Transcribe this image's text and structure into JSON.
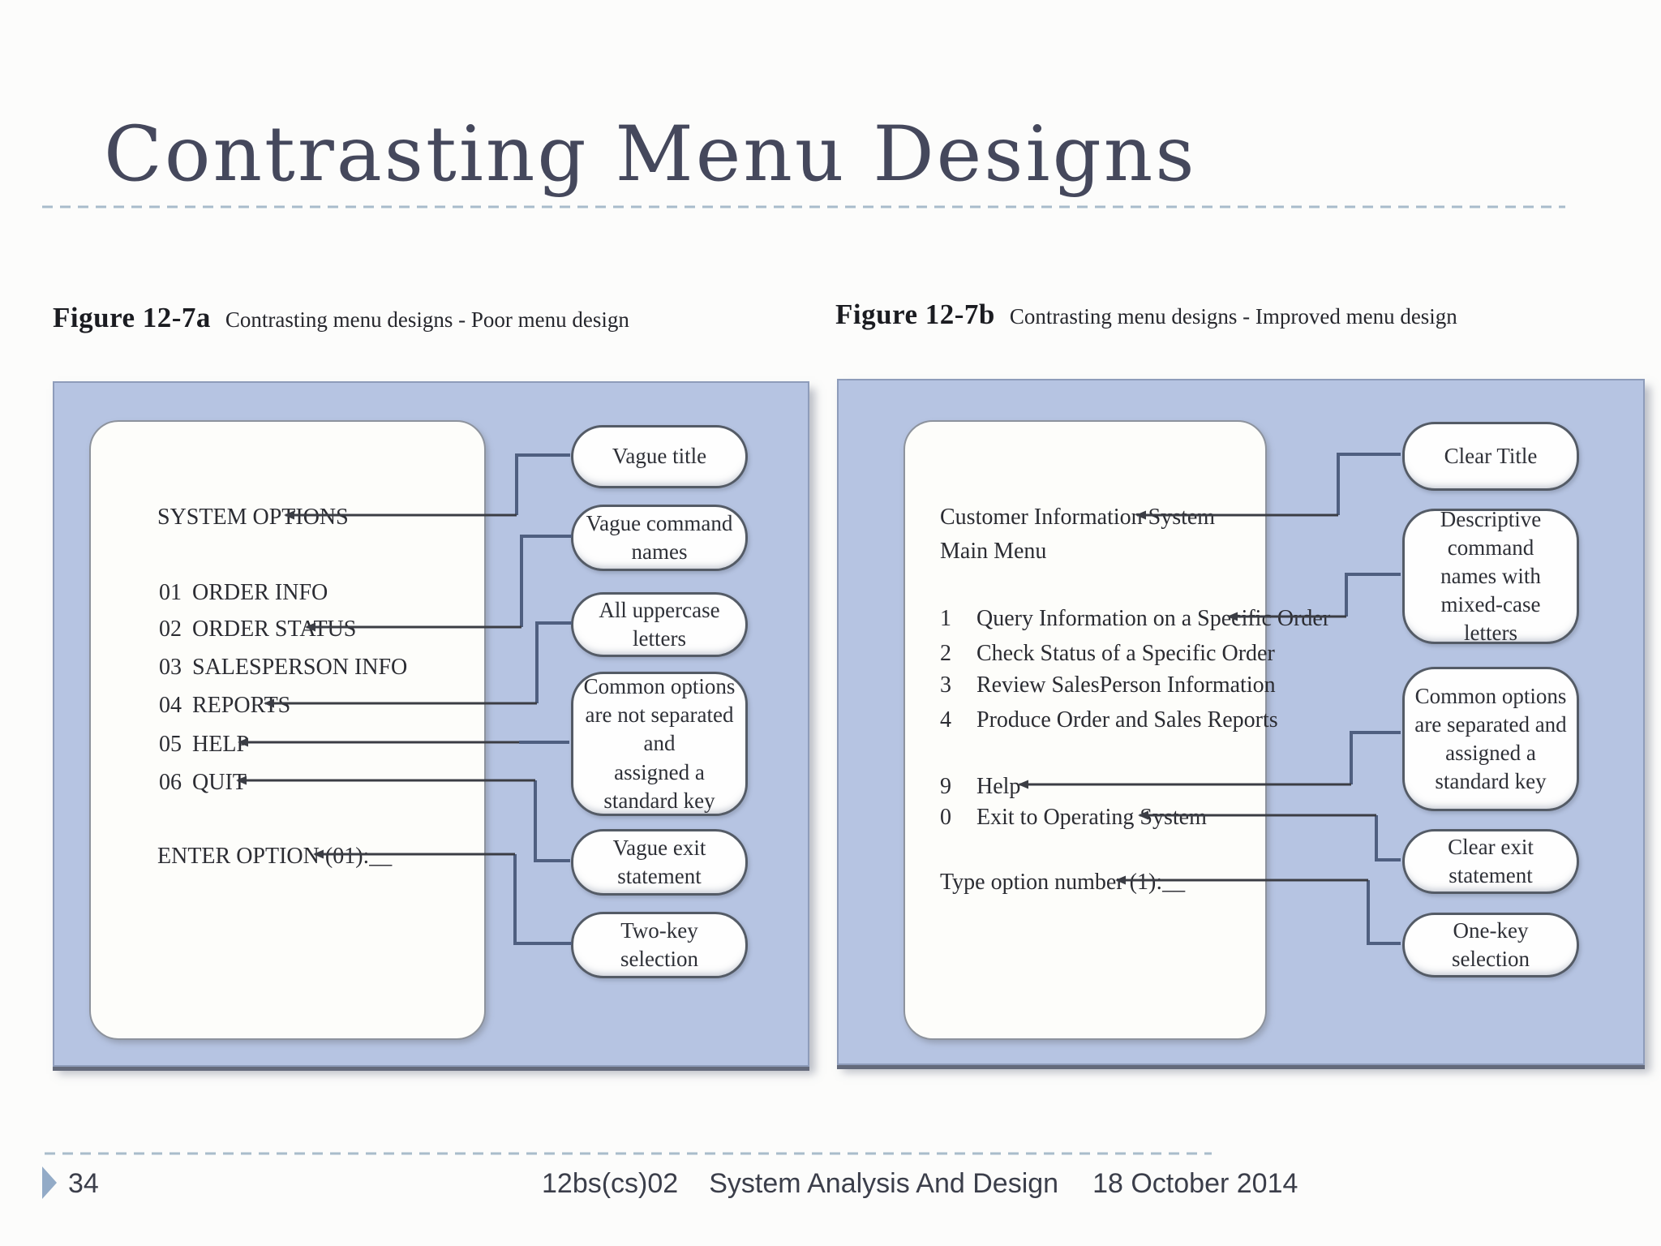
{
  "slide": {
    "title": "Contrasting Menu Designs",
    "footer": {
      "page": "34",
      "course": "12bs(cs)02",
      "subject": "System Analysis And Design",
      "date": "18 October 2014"
    }
  },
  "figures": [
    {
      "label": "Figure 12-7a",
      "caption": "Contrasting menu designs - Poor menu design",
      "screen": {
        "title": "SYSTEM OPTIONS",
        "items": [
          {
            "num": "01",
            "label": "ORDER INFO"
          },
          {
            "num": "02",
            "label": "ORDER STATUS"
          },
          {
            "num": "03",
            "label": "SALESPERSON INFO"
          },
          {
            "num": "04",
            "label": "REPORTS"
          },
          {
            "num": "05",
            "label": "HELP"
          },
          {
            "num": "06",
            "label": "QUIT"
          }
        ],
        "prompt": "ENTER OPTION (01):__"
      },
      "callouts": [
        "Vague title",
        "Vague command names",
        "All uppercase letters",
        "Common options\nare not separated and\nassigned a standard key",
        "Vague exit statement",
        "Two-key selection"
      ]
    },
    {
      "label": "Figure 12-7b",
      "caption": "Contrasting menu designs - Improved menu design",
      "screen": {
        "title_line1": "Customer Information System",
        "title_line2": "Main Menu",
        "items": [
          {
            "num": "1",
            "label": "Query Information on a Specific Order"
          },
          {
            "num": "2",
            "label": "Check Status of a Specific Order"
          },
          {
            "num": "3",
            "label": "Review SalesPerson Information"
          },
          {
            "num": "4",
            "label": "Produce Order and Sales Reports"
          },
          {
            "num": "9",
            "label": "Help"
          },
          {
            "num": "0",
            "label": "Exit to Operating System"
          }
        ],
        "prompt": "Type option number (1):__"
      },
      "callouts": [
        "Clear Title",
        "Descriptive command\nnames with\nmixed-case letters",
        "Common options\nare separated and\nassigned a standard key",
        "Clear exit statement",
        "One-key selection"
      ]
    }
  ],
  "colors": {
    "panel_blue": "#b6c4e2",
    "connector_blue": "#4f5f80",
    "arrow_dark": "#3b3d44",
    "dashed_rule": "#a9bccb",
    "title_text": "#45485c"
  }
}
